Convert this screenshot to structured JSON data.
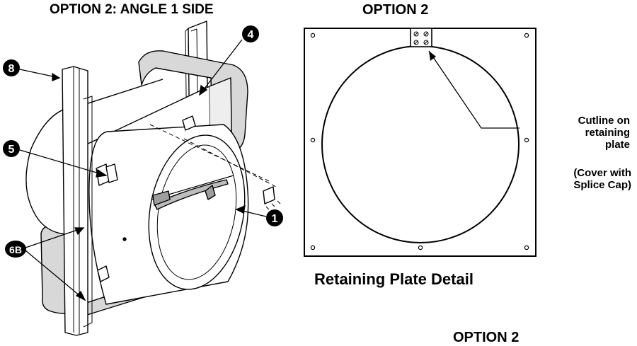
{
  "titles": {
    "left": "OPTION 2: ANGLE 1 SIDE",
    "right": "OPTION 2",
    "detail": "Retaining Plate Detail",
    "bottom": "OPTION 2"
  },
  "annotations": {
    "cutline": [
      "Cutline on",
      "retaining",
      "plate"
    ],
    "cover": [
      "(Cover with",
      "Splice Cap)"
    ]
  },
  "callouts": {
    "c1": "1",
    "c4": "4",
    "c5": "5",
    "c6b": "6B",
    "c8": "8"
  }
}
